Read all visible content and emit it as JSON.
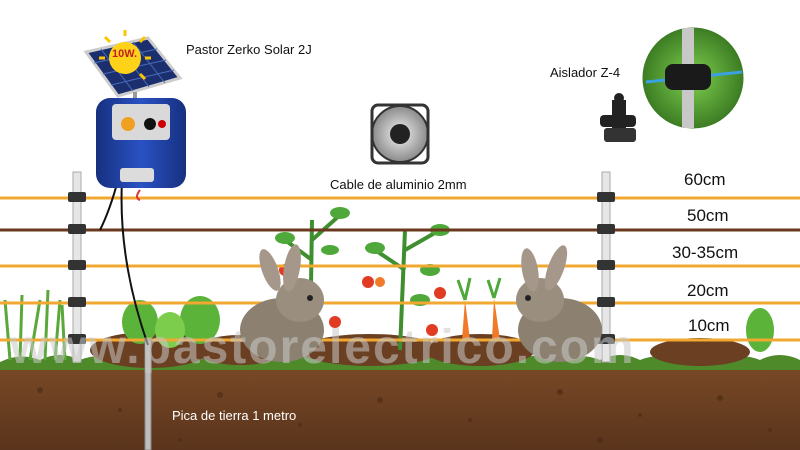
{
  "labels": {
    "energizer": "Pastor Zerko Solar 2J",
    "solar_power": "10W.",
    "cable": "Cable de aluminio 2mm",
    "insulator": "Aislador Z-4",
    "ground_rod": "Pica de tierra 1 metro",
    "watermark": "www.pastorelectrico.com"
  },
  "wire_heights": [
    "60cm",
    "50cm",
    "30-35cm",
    "20cm",
    "10cm"
  ],
  "colors": {
    "orange_wire": "#f0a830",
    "brown_wire": "#6b3a1e",
    "soil": "#6b3f22",
    "grass": "#4e8a2a",
    "energizer_body": "#1e3f9e"
  }
}
